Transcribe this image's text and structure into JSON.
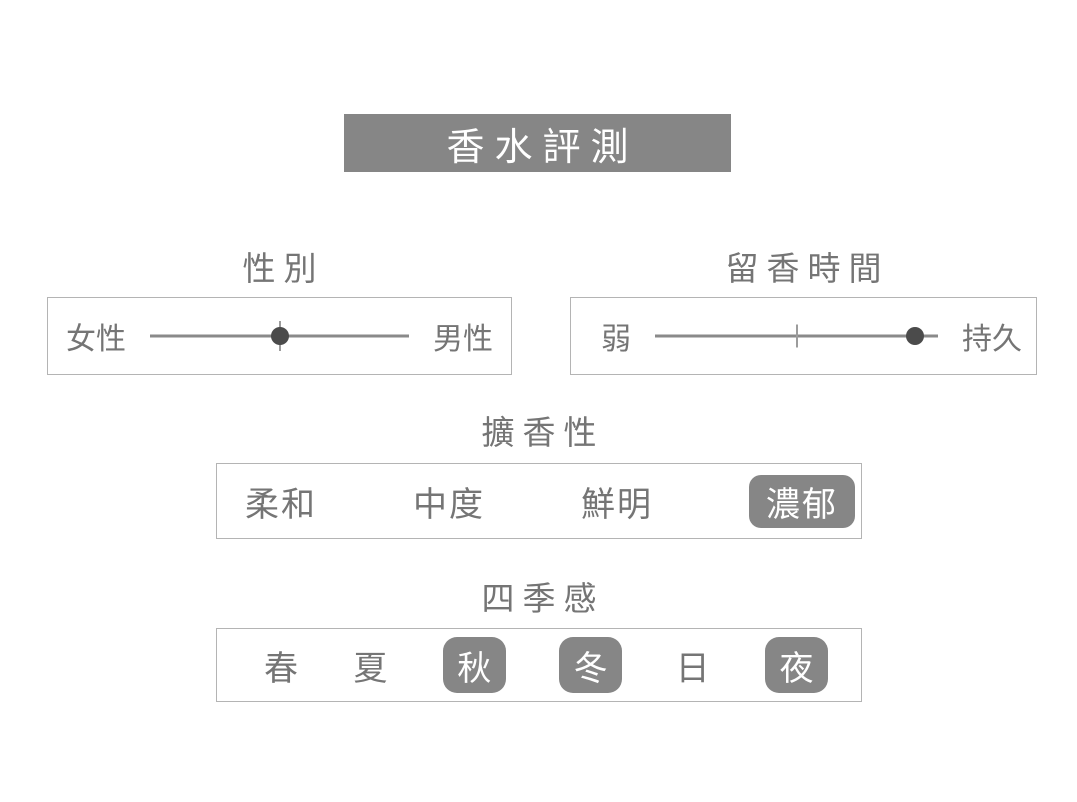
{
  "title": "香水評測",
  "colors": {
    "accent_gray": "#868686",
    "text_gray": "#757575",
    "border_gray": "#b4b4b4",
    "line_gray": "#8a8a8a",
    "dot_gray": "#4b4b4b",
    "highlight_text": "#ffffff"
  },
  "sections": {
    "gender": {
      "label": "性別",
      "left_label": "女性",
      "right_label": "男性",
      "dot_position_pct": 50
    },
    "longevity": {
      "label": "留香時間",
      "left_label": "弱",
      "right_label": "持久",
      "dot_position_pct": 92
    },
    "sillage": {
      "label": "擴香性",
      "options": [
        {
          "label": "柔和",
          "selected": false
        },
        {
          "label": "中度",
          "selected": false
        },
        {
          "label": "鮮明",
          "selected": false
        },
        {
          "label": "濃郁",
          "selected": true
        }
      ]
    },
    "seasons": {
      "label": "四季感",
      "options": [
        {
          "label": "春",
          "selected": false
        },
        {
          "label": "夏",
          "selected": false
        },
        {
          "label": "秋",
          "selected": true
        },
        {
          "label": "冬",
          "selected": true
        },
        {
          "label": "日",
          "selected": false
        },
        {
          "label": "夜",
          "selected": true
        }
      ]
    }
  }
}
